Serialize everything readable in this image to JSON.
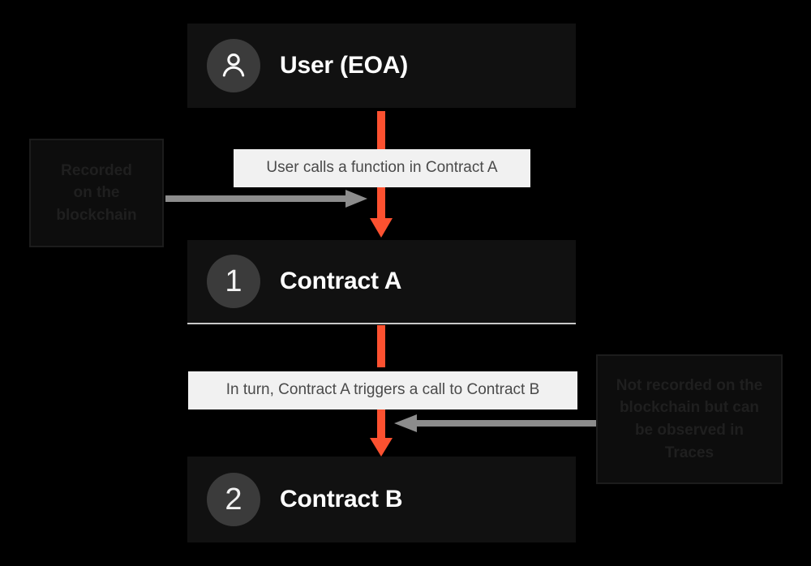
{
  "diagram": {
    "title": "User to Contract A to Contract B call flow",
    "background_color": "#000000",
    "accent_color": "#FC5130",
    "node_fill_color": "#111111",
    "badge_fill_color": "#3B3B3B",
    "label_fill_color": "#F1F1F1",
    "label_text_color": "#4A4A4A",
    "callout_fill_color": "#0D0D0D",
    "callout_text_color": "#1F1F1F",
    "connector_gray": "#8C8C8C"
  },
  "nodes": [
    {
      "id": "user",
      "title": "User (EOA)",
      "badge_type": "person-icon",
      "badge_text": ""
    },
    {
      "id": "contract-a",
      "title": "Contract A",
      "badge_type": "number",
      "badge_text": "1"
    },
    {
      "id": "contract-b",
      "title": "Contract B",
      "badge_type": "number",
      "badge_text": "2"
    }
  ],
  "edge_labels": [
    {
      "id": "edge-user-to-a",
      "text": "User calls a function in Contract A"
    },
    {
      "id": "edge-a-to-b",
      "text": "In turn, Contract A triggers a call to Contract B"
    }
  ],
  "callouts": [
    {
      "id": "callout-recorded",
      "lines": [
        "Recorded",
        "on the",
        "blockchain"
      ]
    },
    {
      "id": "callout-not-recorded",
      "lines": [
        "Not recorded on the",
        "blockchain but can",
        "be observed in",
        "Traces"
      ]
    }
  ]
}
